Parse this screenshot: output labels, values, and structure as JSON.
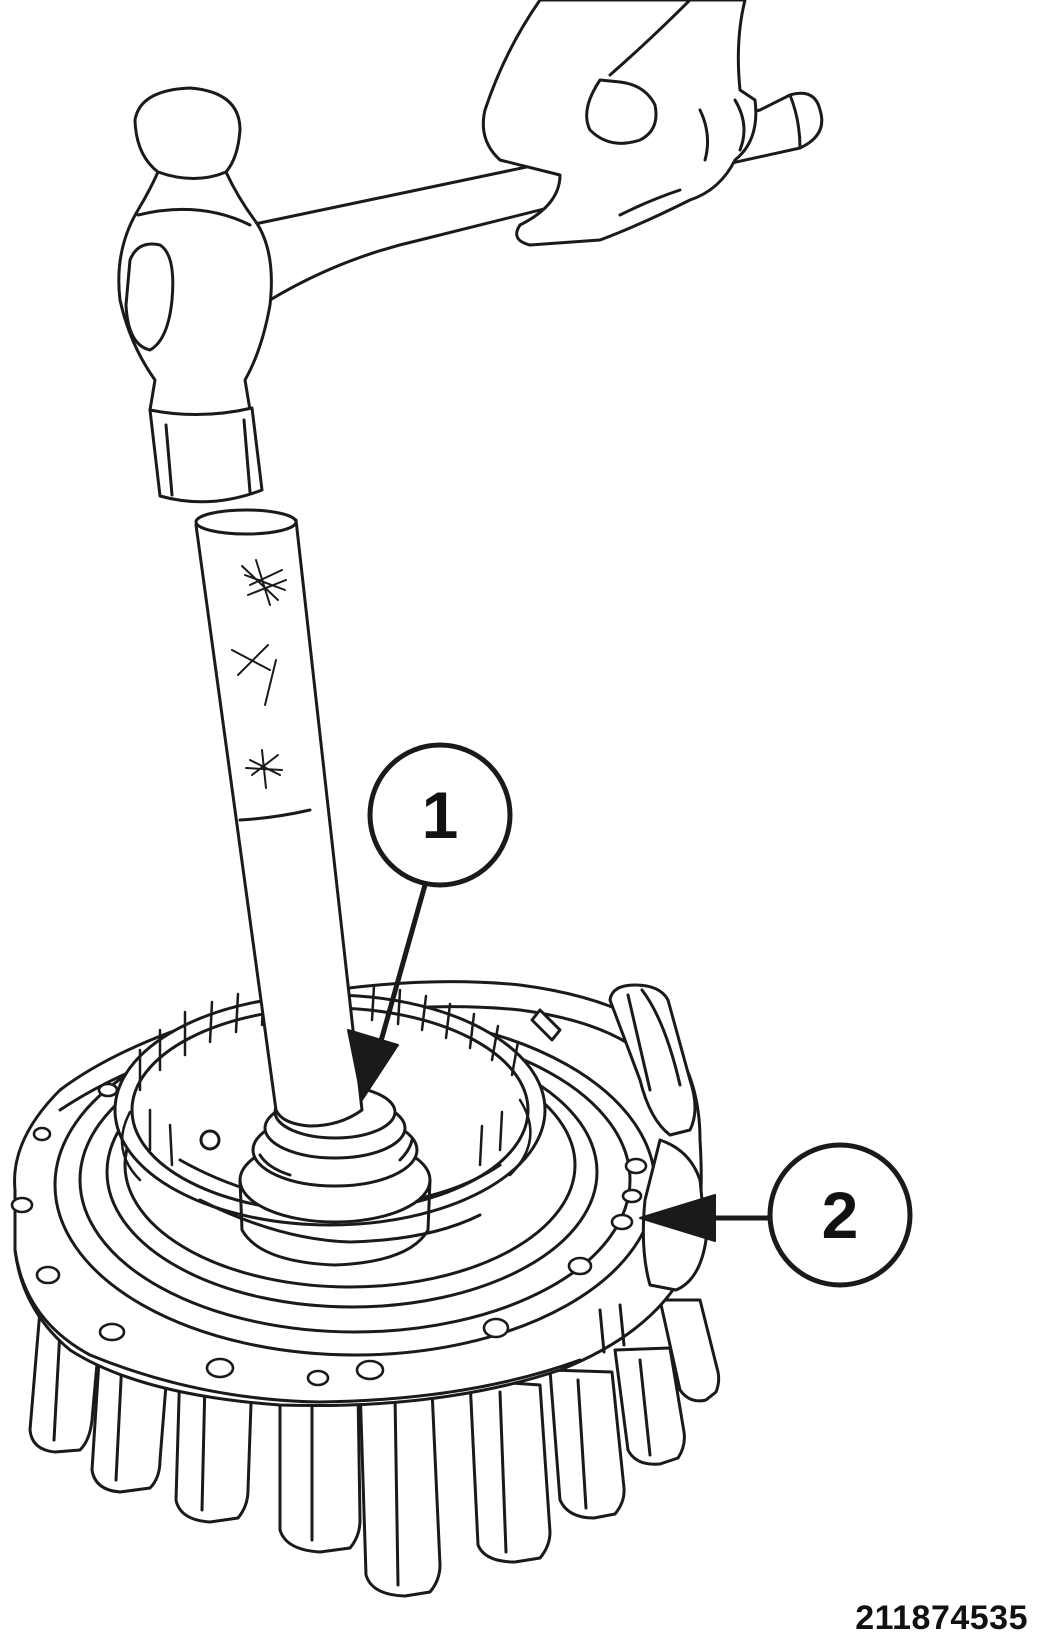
{
  "figure": {
    "id": "211874535",
    "line_color": "#1a1a1a",
    "background": "#ffffff"
  },
  "callouts": [
    {
      "label": "1"
    },
    {
      "label": "2"
    }
  ],
  "icons": [
    "hammer-icon",
    "hand-icon",
    "driver-tool-icon",
    "seal-icon",
    "pump-housing-icon",
    "arrow-icon"
  ]
}
